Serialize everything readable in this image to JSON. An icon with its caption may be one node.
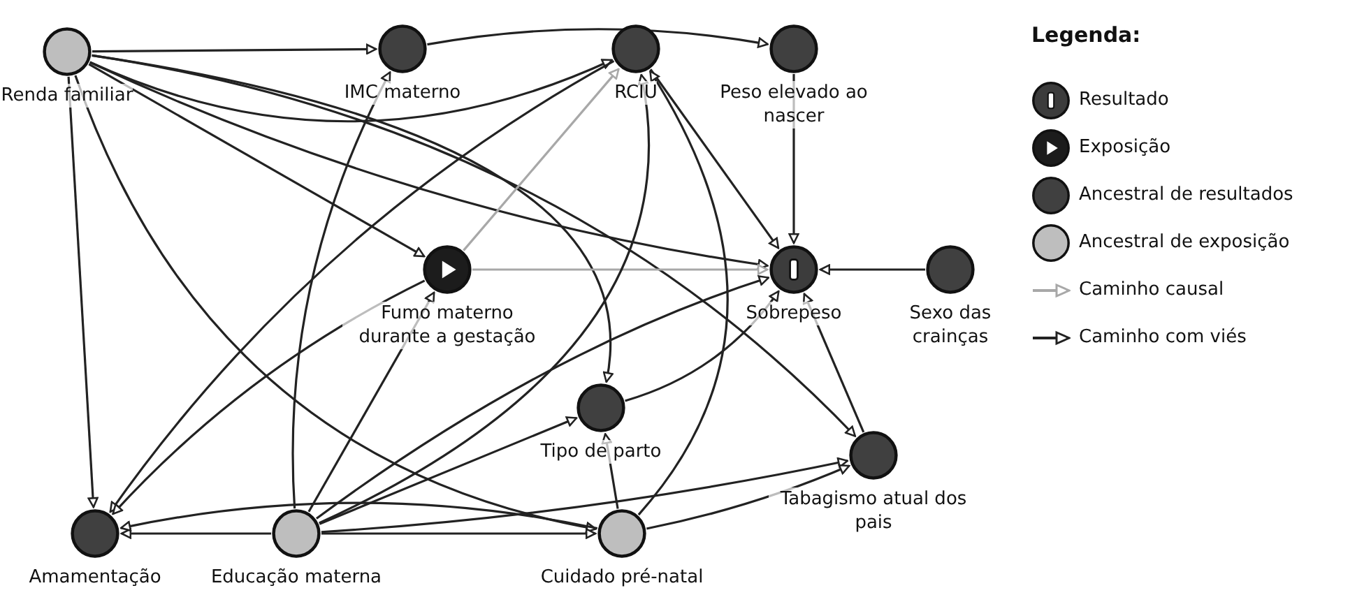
{
  "diagram": {
    "nodes": [
      {
        "text": [
          "Renda familiar"
        ]
      },
      {
        "text": [
          "IMC materno"
        ]
      },
      {
        "text": [
          "RCIU"
        ]
      },
      {
        "text": [
          "Peso elevado ao nascer"
        ]
      },
      {
        "text": [
          "Fumo materno durante a gestação"
        ]
      },
      {
        "text": [
          "Sobrepeso"
        ]
      },
      {
        "text": [
          "Sexo das crainças"
        ]
      },
      {
        "text": [
          "Tipo de parto"
        ]
      },
      {
        "text": [
          "Tabagismo atual dos pais"
        ]
      },
      {
        "text": [
          "Amamentação"
        ]
      },
      {
        "text": [
          "Educação materna"
        ]
      },
      {
        "text": [
          "Cuidado pré-natal"
        ]
      }
    ],
    "edges": [
      {
        "from": 0,
        "to": 1,
        "arrow": "to"
      },
      {
        "from": 0,
        "to": 2,
        "arrow": "to"
      },
      {
        "from": 0,
        "to": 4,
        "arrow": "to"
      },
      {
        "from": 0,
        "to": 5,
        "arrow": "to"
      },
      {
        "from": 0,
        "to": 7,
        "arrow": "to"
      },
      {
        "from": 0,
        "to": 8,
        "arrow": "to"
      },
      {
        "from": 0,
        "to": 9,
        "arrow": "to"
      },
      {
        "from": 0,
        "to": 11,
        "arrow": "to"
      },
      {
        "from": 1,
        "to": 3,
        "arrow": "to"
      },
      {
        "from": 10,
        "to": 1,
        "arrow": "to"
      },
      {
        "from": 2,
        "to": 5,
        "arrow": "to"
      },
      {
        "from": 3,
        "to": 5,
        "arrow": "to"
      },
      {
        "from": 6,
        "to": 5,
        "arrow": "to"
      },
      {
        "from": 4,
        "to": 5,
        "arrow": "to",
        "color": "#a8a8a8"
      },
      {
        "from": 4,
        "to": 2,
        "arrow": "to",
        "color": "#a8a8a8"
      },
      {
        "from": 7,
        "to": 5,
        "arrow": "to"
      },
      {
        "from": 8,
        "to": 5,
        "arrow": "to"
      },
      {
        "from": 11,
        "to": 2,
        "arrow": "to"
      },
      {
        "from": 10,
        "to": 2,
        "arrow": "to"
      },
      {
        "from": 10,
        "to": 4,
        "arrow": "to"
      },
      {
        "from": 10,
        "to": 7,
        "arrow": "to"
      },
      {
        "from": 10,
        "to": 8,
        "arrow": "to"
      },
      {
        "from": 10,
        "to": 11,
        "arrow": "to"
      },
      {
        "from": 10,
        "to": 9,
        "arrow": "to"
      },
      {
        "from": 11,
        "to": 8,
        "arrow": "to"
      },
      {
        "from": 11,
        "to": 7,
        "arrow": "to"
      },
      {
        "from": 11,
        "to": 9,
        "arrow": "to"
      },
      {
        "from": 2,
        "to": 9,
        "arrow": "to"
      },
      {
        "from": 4,
        "to": 9,
        "arrow": "to"
      },
      {
        "from": 10,
        "to": 5,
        "arrow": "to"
      }
    ],
    "labels": [
      "Legenda:"
    ],
    "legend": [
      {
        "text": "Resultado",
        "color": "#3c3c3c"
      },
      {
        "text": "Exposição",
        "color": "#1c1c1c"
      },
      {
        "text": "Ancestral de resultados",
        "color": "#404040"
      },
      {
        "text": "Ancestral de exposição",
        "color": "#bebebe"
      },
      {
        "text": "Caminho causal"
      },
      {
        "text": "Caminho com viés"
      }
    ]
  }
}
